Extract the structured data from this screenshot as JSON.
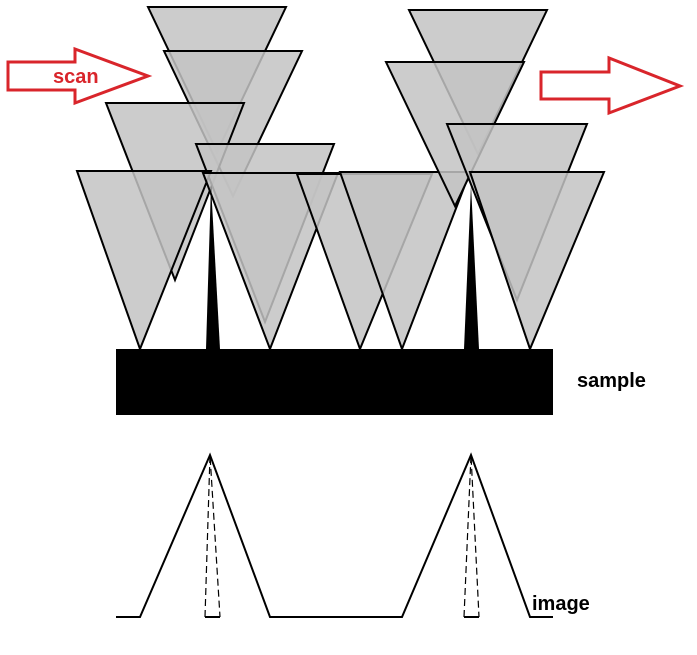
{
  "labels": {
    "scan": "scan",
    "sample": "sample",
    "image": "image"
  },
  "colors": {
    "tip_fill": "#c3c3c3",
    "outline": "#000000",
    "arrow_red": "#d9252b",
    "sample_fill": "#000000",
    "background": "#ffffff"
  },
  "icons": {
    "scan_arrow_left": "right-arrow-icon",
    "scan_arrow_right": "right-arrow-icon"
  }
}
